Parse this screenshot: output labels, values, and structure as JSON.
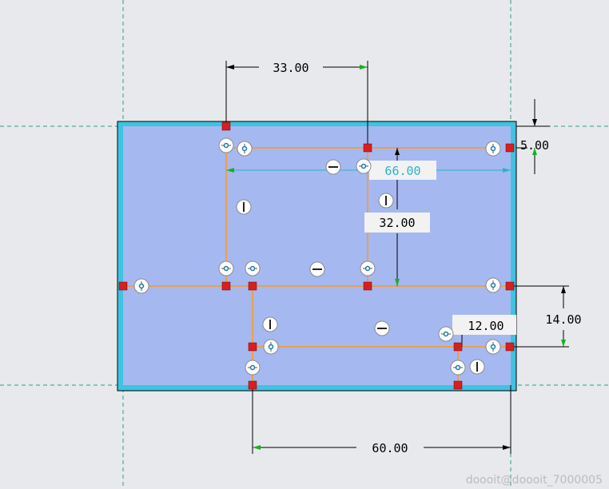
{
  "app": "sketch-view",
  "colors": {
    "background": "#e8e9ec",
    "plate_fill": "#a6b8f0",
    "plate_border": "#3fc3e0",
    "sketch_line": "#e8a050",
    "centerline": "#2aa08c",
    "dimension": "#000000",
    "dimension_active": "#28b4c8",
    "endpoint": "#d62020"
  },
  "dimensions": {
    "top_33": "33.00",
    "right_5": "5.00",
    "inner_66": "66.00",
    "vertical_32": "32.00",
    "right_14": "14.00",
    "inner_12": "12.00",
    "bottom_60": "60.00"
  },
  "watermark": "doooit@doooit_7000005"
}
